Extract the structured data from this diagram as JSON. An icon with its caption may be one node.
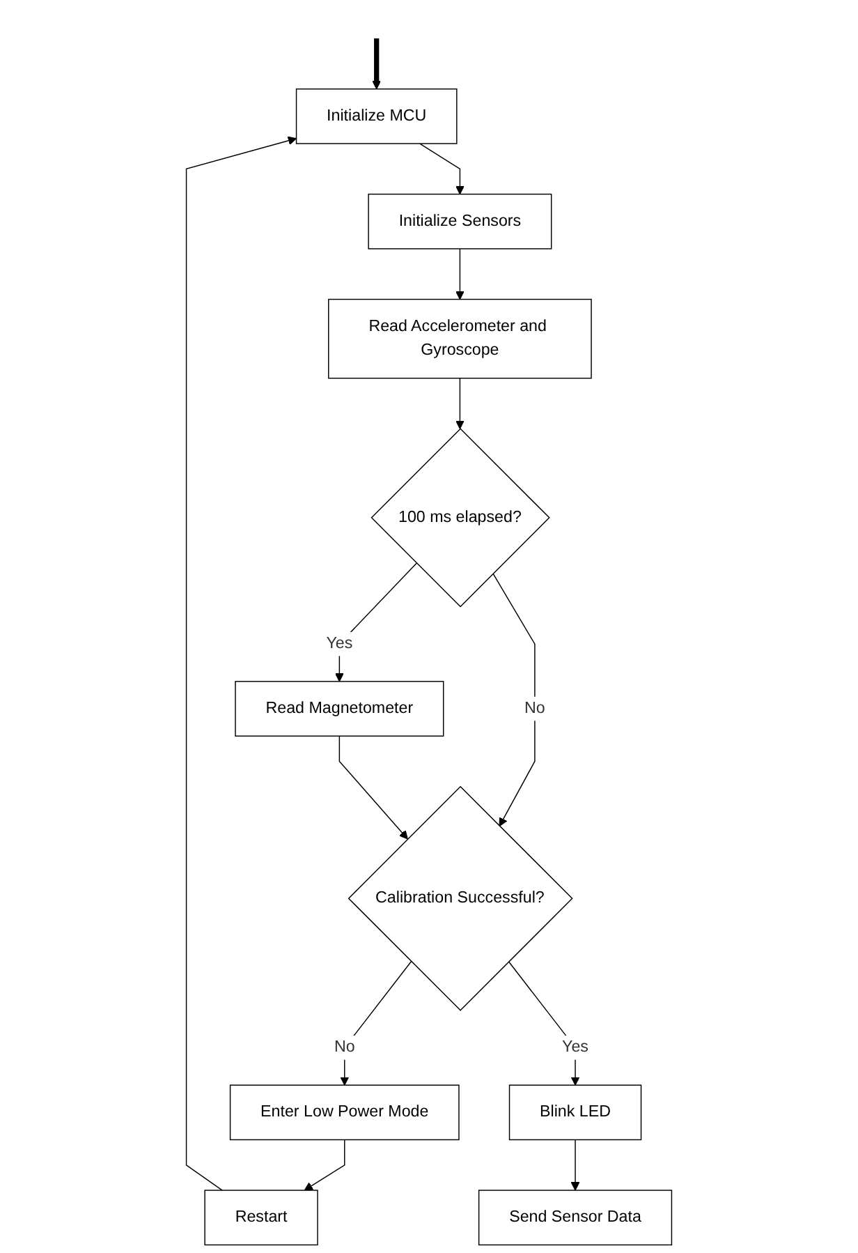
{
  "diagram": {
    "nodes": [
      {
        "text": [
          "Initialize MCU"
        ]
      },
      {
        "text": [
          "Restart"
        ]
      },
      {
        "text": [
          "Initialize Sensors"
        ]
      },
      {
        "text": [
          "Read Accelerometer and Gyroscope"
        ]
      },
      {
        "text": [
          "100 ms elapsed?"
        ]
      },
      {
        "text": [
          "Read Magnetometer"
        ]
      },
      {
        "text": [
          "Calibration Successful?"
        ]
      },
      {
        "text": [
          "Enter Low Power Mode"
        ]
      },
      {
        "text": [
          "Blink LED"
        ]
      },
      {
        "text": [
          "Send Sensor Data"
        ]
      }
    ],
    "edges": [
      {
        "from": null,
        "to": 0,
        "arrow": "to",
        "style": "thick"
      },
      {
        "from": 1,
        "to": 0,
        "arrow": "to"
      },
      {
        "from": 0,
        "to": 2,
        "arrow": "to"
      },
      {
        "from": 2,
        "to": 3,
        "arrow": "to"
      },
      {
        "from": 3,
        "to": 4,
        "arrow": "to"
      },
      {
        "from": 4,
        "to": 5,
        "arrow": "to",
        "label": "Yes"
      },
      {
        "from": 4,
        "to": 6,
        "arrow": "to",
        "label": "No"
      },
      {
        "from": 5,
        "to": 6,
        "arrow": "to"
      },
      {
        "from": 6,
        "to": 7,
        "arrow": "to",
        "label": "No"
      },
      {
        "from": 7,
        "to": 1,
        "arrow": "to"
      },
      {
        "from": 6,
        "to": 8,
        "arrow": "to",
        "label": "Yes"
      },
      {
        "from": 8,
        "to": 9,
        "arrow": "to"
      }
    ]
  }
}
